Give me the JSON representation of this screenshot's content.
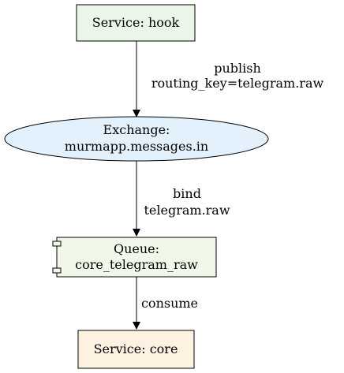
{
  "nodes": {
    "hook": {
      "label": "Service: hook",
      "fill": "#eaf6e8"
    },
    "exchange": {
      "label_line1": "Exchange:",
      "label_line2": "murmapp.messages.in",
      "fill": "#e3f1fc"
    },
    "queue": {
      "label_line1": "Queue:",
      "label_line2": "core_telegram_raw",
      "fill": "#f1f8ea"
    },
    "core": {
      "label": "Service: core",
      "fill": "#fdf2e1"
    }
  },
  "edges": {
    "publish": {
      "line1": "publish",
      "line2": "routing_key=telegram.raw"
    },
    "bind": {
      "line1": "bind",
      "line2": "telegram.raw"
    },
    "consume": {
      "line1": "consume"
    }
  },
  "colors": {
    "stroke": "#000000",
    "background": "#ffffff"
  }
}
